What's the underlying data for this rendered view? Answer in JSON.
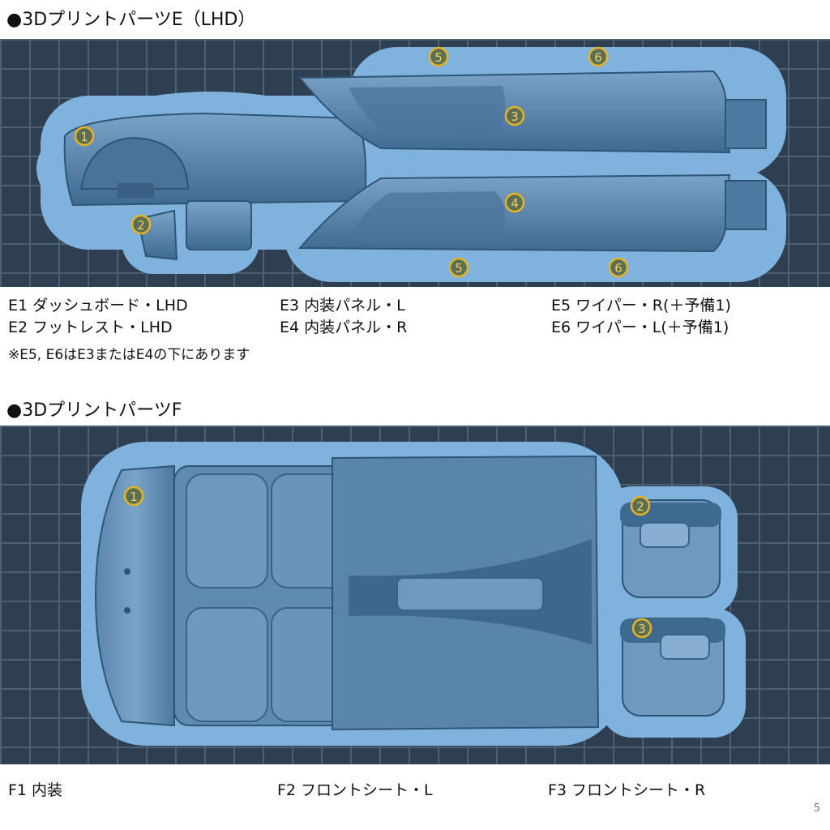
{
  "section_e": {
    "title": "●3DプリントパーツE（LHD）",
    "captions": [
      "E1 ダッシュボード・LHD",
      "E2 フットレスト・LHD",
      "E3 内装パネル・L",
      "E4 内装パネル・R",
      "E5 ワイパー・R(＋予備1)",
      "E6 ワイパー・L(＋予備1)"
    ],
    "note": "※E5, E6はE3またはE4の下にあります",
    "markers": [
      "1",
      "2",
      "3",
      "4",
      "5",
      "6",
      "5",
      "6"
    ]
  },
  "section_f": {
    "title": "●3DプリントパーツF",
    "captions": [
      "F1 内装",
      "F2 フロントシート・L",
      "F3 フロントシート・R"
    ],
    "markers": [
      "1",
      "2",
      "3"
    ]
  },
  "colors": {
    "panel_bg": "#2d3f50",
    "grid_line": "#4b6173",
    "glow": "#7fb3de",
    "part": "#5c88b0",
    "part_dark": "#3f6a90",
    "marker_stroke": "#e6b422",
    "marker_fill": "#5a6f55"
  },
  "page_number": "5"
}
